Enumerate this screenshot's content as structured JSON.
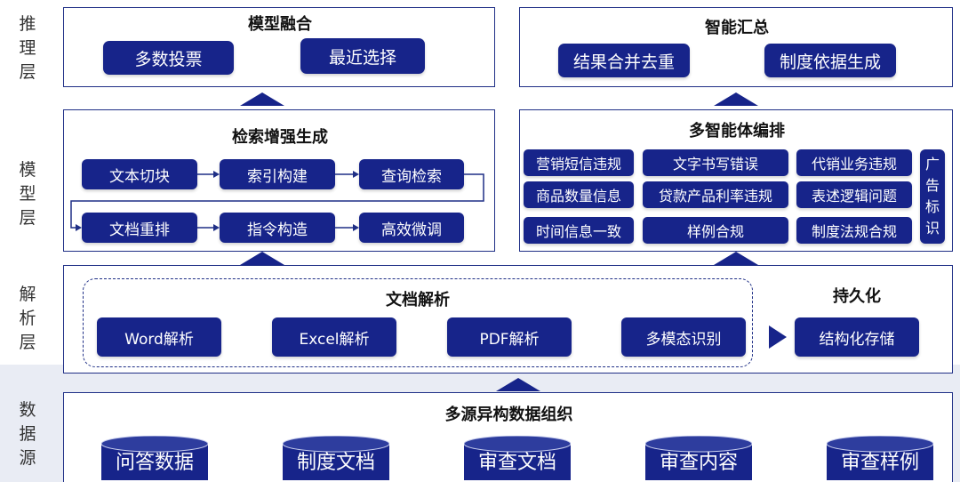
{
  "layers": {
    "reasoning": "推理层",
    "model": "模型层",
    "parsing": "解析层",
    "data_source": "数据源"
  },
  "model_fusion": {
    "title": "模型融合",
    "items": [
      "多数投票",
      "最近选择"
    ]
  },
  "smart_summary": {
    "title": "智能汇总",
    "items": [
      "结果合并去重",
      "制度依据生成"
    ]
  },
  "rag": {
    "title": "检索增强生成",
    "row1": [
      "文本切块",
      "索引构建",
      "查询检索"
    ],
    "row2": [
      "文档重排",
      "指令构造",
      "高效微调"
    ]
  },
  "multi_agent": {
    "title": "多智能体编排",
    "grid": [
      [
        "营销短信违规",
        "文字书写错误",
        "代销业务违规"
      ],
      [
        "商品数量信息",
        "贷款产品利率违规",
        "表述逻辑问题"
      ],
      [
        "时间信息一致",
        "样例合规",
        "制度法规合规"
      ]
    ],
    "side": "广告标识"
  },
  "doc_parsing": {
    "title": "文档解析",
    "items": [
      "Word解析",
      "Excel解析",
      "PDF解析",
      "多模态识别"
    ]
  },
  "persistence": {
    "title": "持久化",
    "item": "结构化存储"
  },
  "data_org": {
    "title": "多源异构数据组织",
    "items": [
      "问答数据",
      "制度文档",
      "审查文档",
      "审查内容",
      "审查样例"
    ]
  },
  "colors": {
    "button_fill": "#17248a",
    "panel_border": "#1f2f86",
    "band_shade": "#e9ecf4"
  }
}
